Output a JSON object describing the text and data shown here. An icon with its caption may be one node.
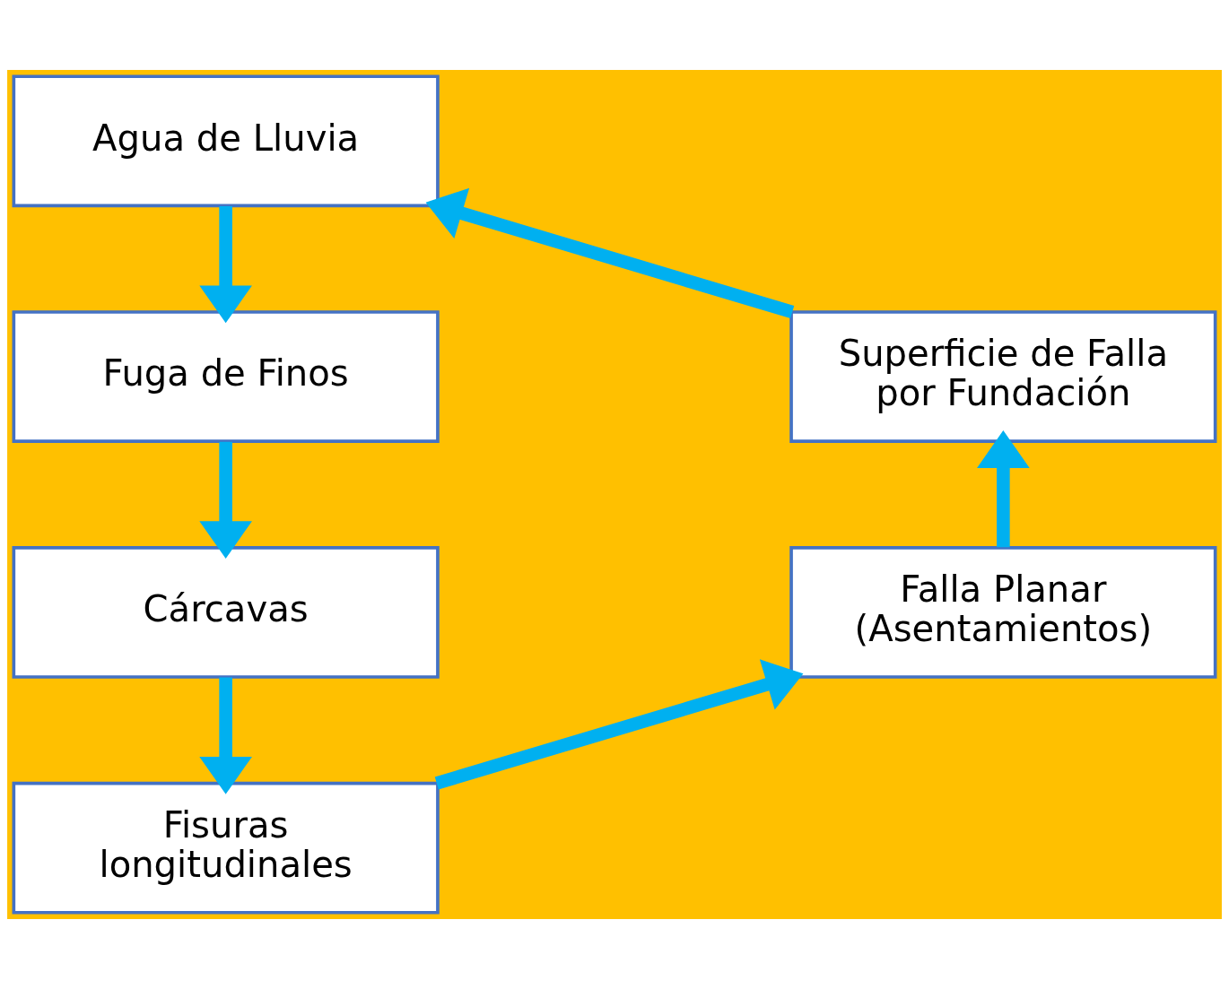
{
  "diagram": {
    "nodes": [
      {
        "text": [
          "Agua de Lluvia"
        ]
      },
      {
        "text": [
          "Fuga de Finos"
        ]
      },
      {
        "text": [
          "Cárcavas"
        ]
      },
      {
        "text": [
          "Fisuras longitudinales"
        ]
      },
      {
        "text": [
          "Falla Planar (Asentamientos)"
        ]
      },
      {
        "text": [
          "Superficie de Falla por Fundación"
        ]
      }
    ],
    "edges": [
      {
        "from": 0,
        "to": 1,
        "arrow": "to"
      },
      {
        "from": 1,
        "to": 2,
        "arrow": "to"
      },
      {
        "from": 2,
        "to": 3,
        "arrow": "to"
      },
      {
        "from": 3,
        "to": 4,
        "arrow": "to"
      },
      {
        "from": 4,
        "to": 5,
        "arrow": "to"
      },
      {
        "from": 5,
        "to": 0,
        "arrow": "to"
      }
    ]
  }
}
